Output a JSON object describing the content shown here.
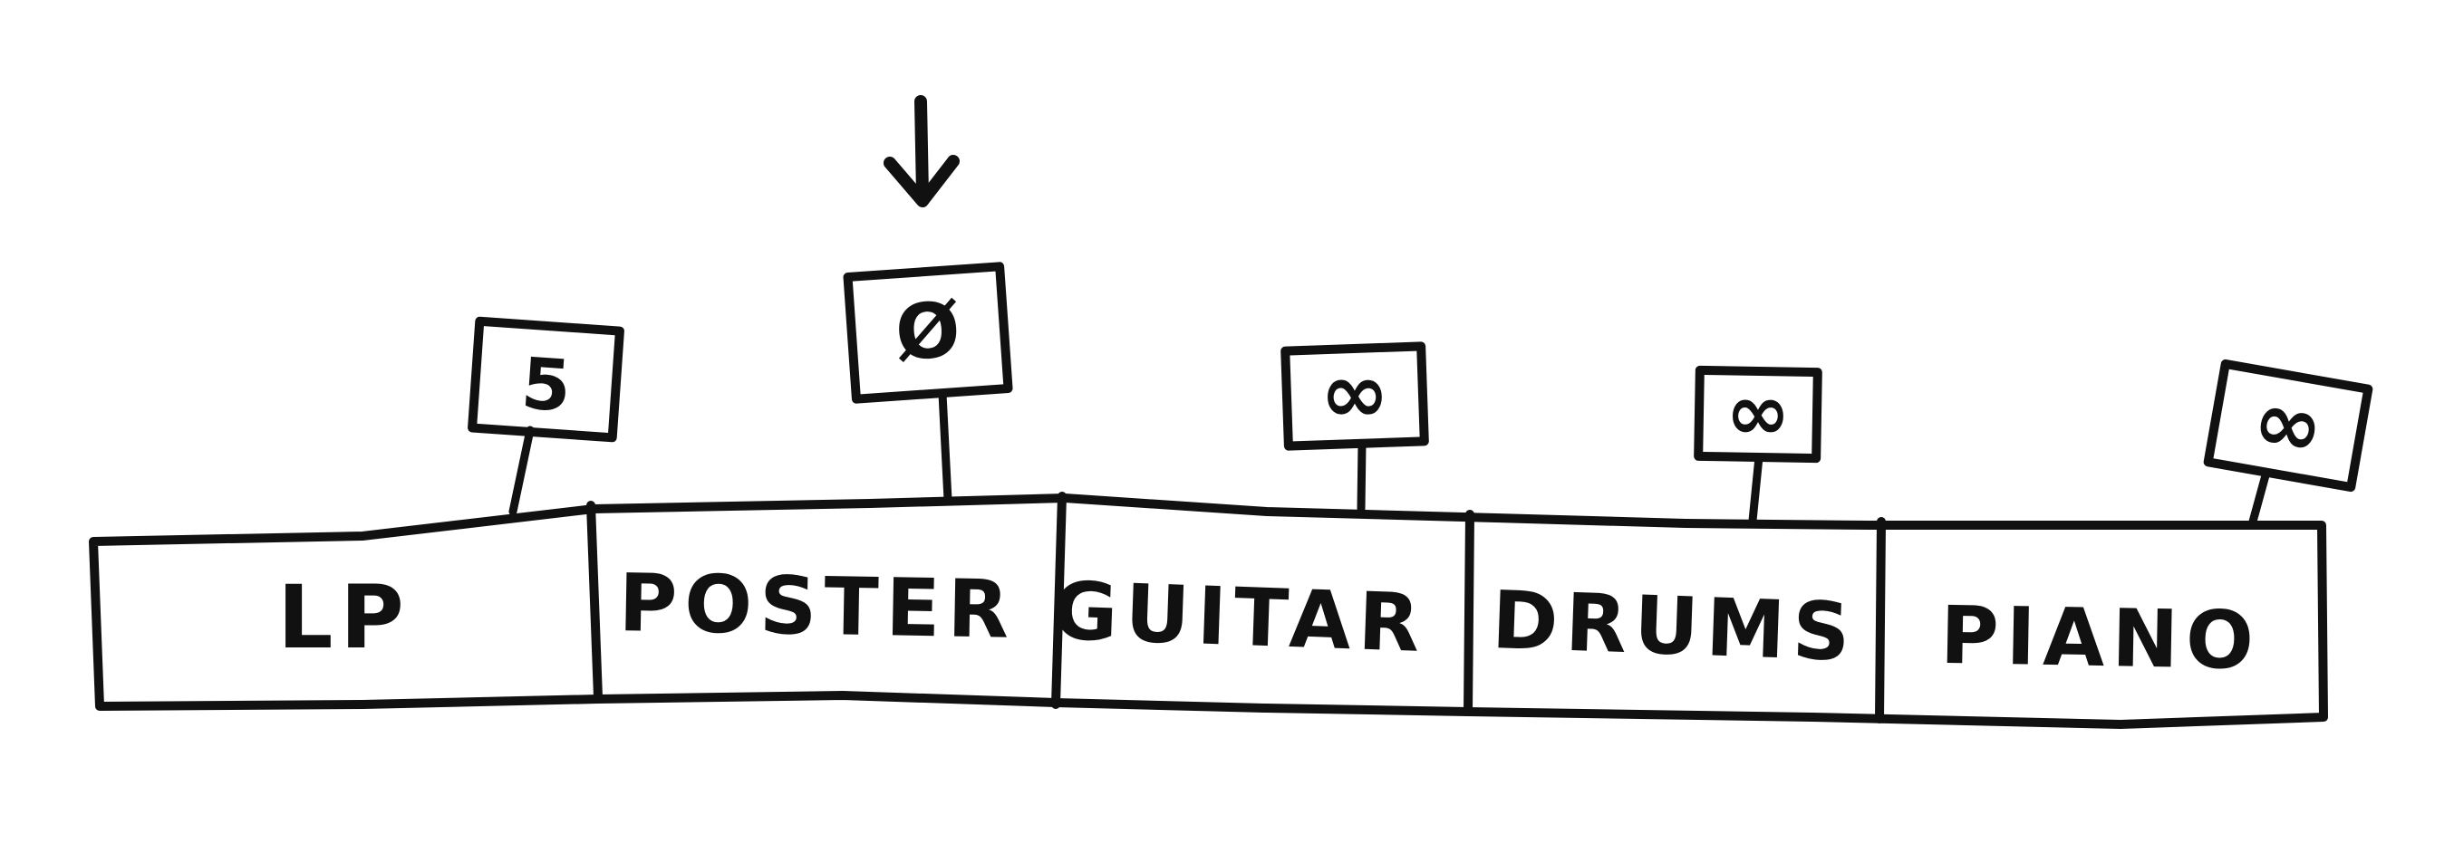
{
  "diagram": {
    "ink_color": "#111111",
    "background": "#ffffff",
    "pointer_icon": "down-arrow-icon",
    "pointer_target": "POSTER",
    "slots": [
      {
        "label": "LP",
        "flag": "5"
      },
      {
        "label": "POSTER",
        "flag": "Ø"
      },
      {
        "label": "GUITAR",
        "flag": "∞"
      },
      {
        "label": "DRUMS",
        "flag": "∞"
      },
      {
        "label": "PIANO",
        "flag": "∞"
      }
    ]
  }
}
